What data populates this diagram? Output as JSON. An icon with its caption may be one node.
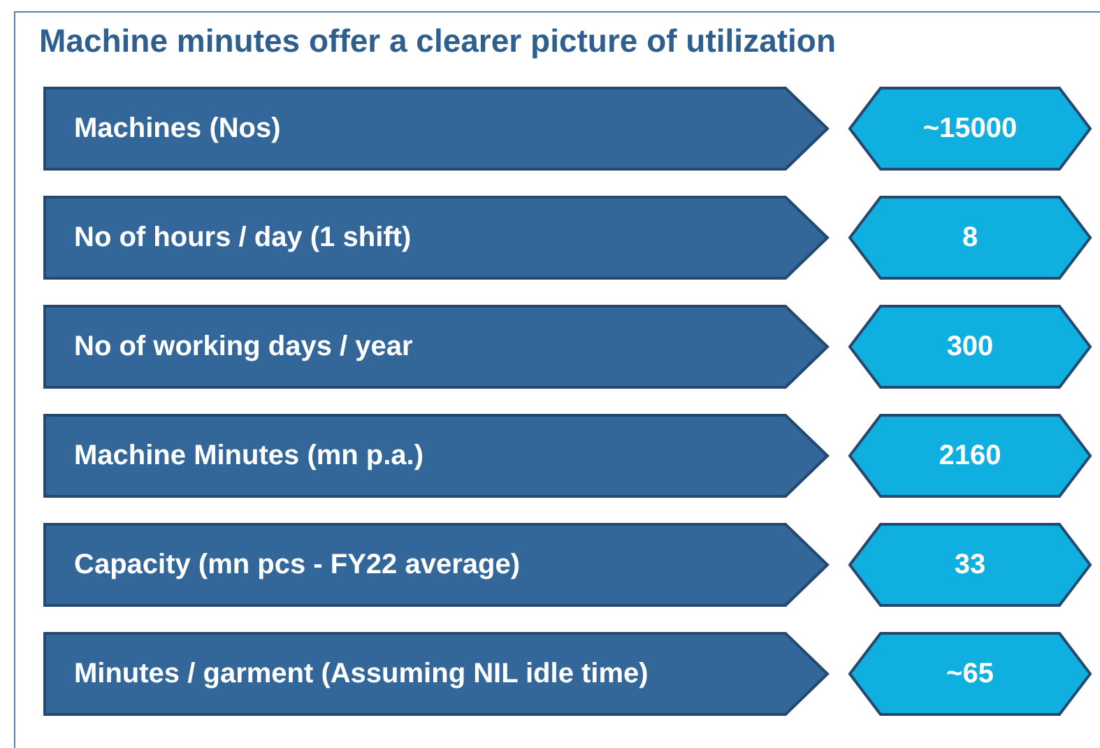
{
  "diagram": {
    "title": "Machine minutes offer a clearer picture of utilization",
    "nodes": [
      {
        "text": [
          "Machines (Nos)"
        ]
      },
      {
        "text": [
          "~15000"
        ]
      },
      {
        "text": [
          "No of hours / day (1 shift)"
        ]
      },
      {
        "text": [
          "8"
        ]
      },
      {
        "text": [
          "No of working days / year"
        ]
      },
      {
        "text": [
          "300"
        ]
      },
      {
        "text": [
          "Machine Minutes (mn p.a.)"
        ]
      },
      {
        "text": [
          "2160"
        ]
      },
      {
        "text": [
          "Capacity (mn pcs - FY22 average)"
        ]
      },
      {
        "text": [
          "33"
        ]
      },
      {
        "text": [
          "Minutes / garment (Assuming NIL idle time)"
        ]
      },
      {
        "text": [
          "~65"
        ]
      }
    ]
  }
}
